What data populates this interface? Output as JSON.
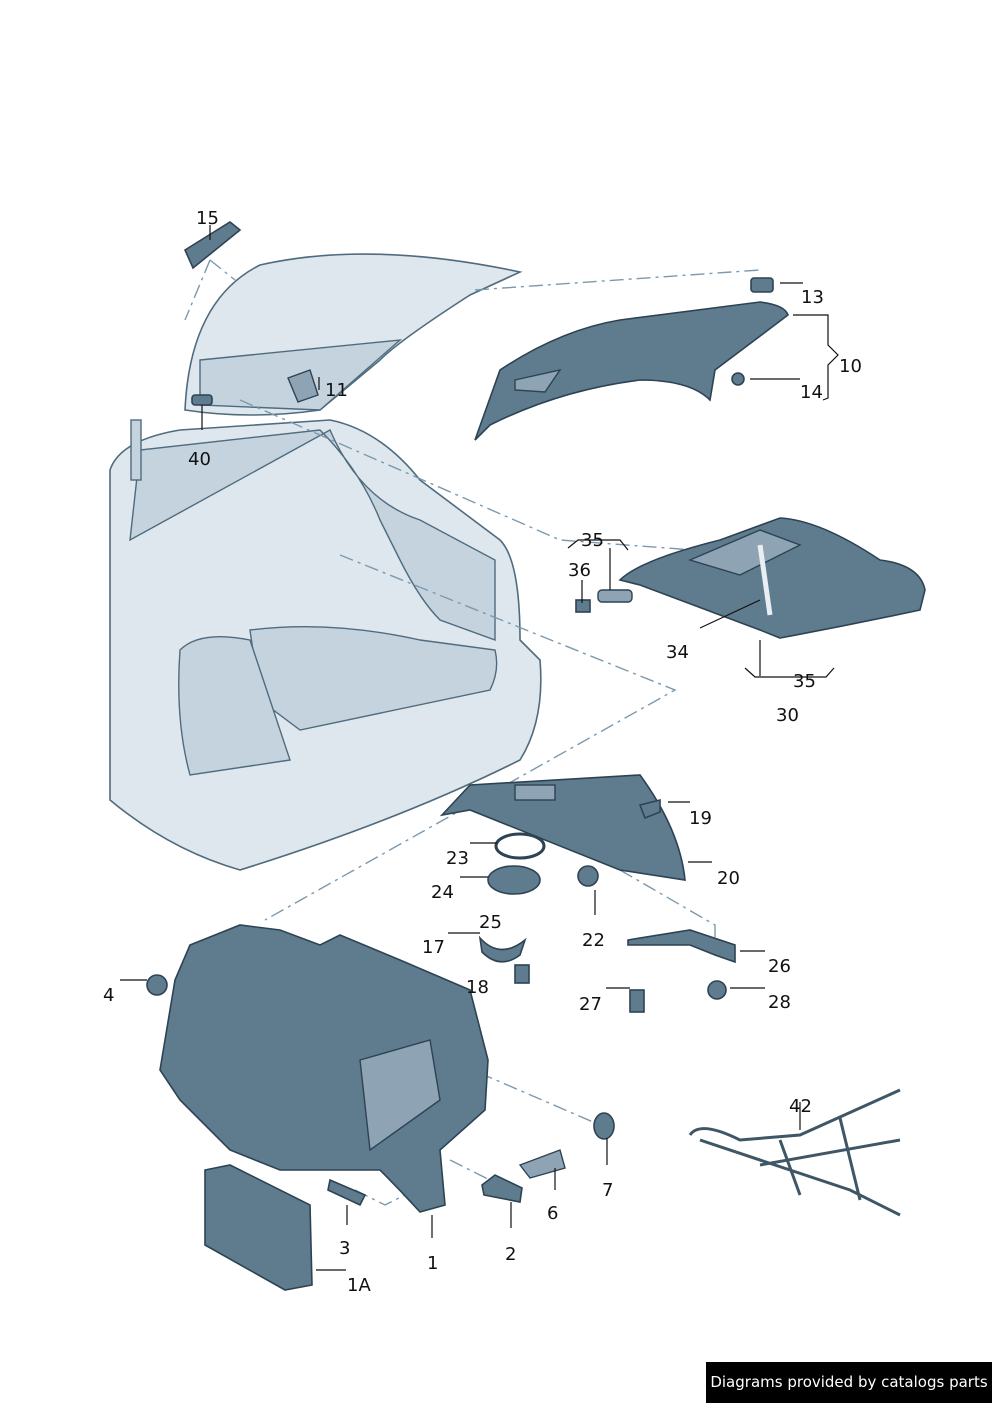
{
  "callouts": {
    "c15": "15",
    "c13": "13",
    "c10": "10",
    "c14": "14",
    "c11": "11",
    "c40": "40",
    "c35a": "35",
    "c36": "36",
    "c34": "34",
    "c35b": "35",
    "c30": "30",
    "c19": "19",
    "c23": "23",
    "c20": "20",
    "c24": "24",
    "c25": "25",
    "c22": "22",
    "c17": "17",
    "c26": "26",
    "c18": "18",
    "c4": "4",
    "c27": "27",
    "c28": "28",
    "c42": "42",
    "c7": "7",
    "c6": "6",
    "c3": "3",
    "c2": "2",
    "c1": "1",
    "c1A": "1A"
  },
  "footer": {
    "text": "Diagrams provided by catalogs parts"
  },
  "colors": {
    "part": "#5f7b8e",
    "car": "#dfe7ee",
    "footer_bg": "#000000"
  }
}
